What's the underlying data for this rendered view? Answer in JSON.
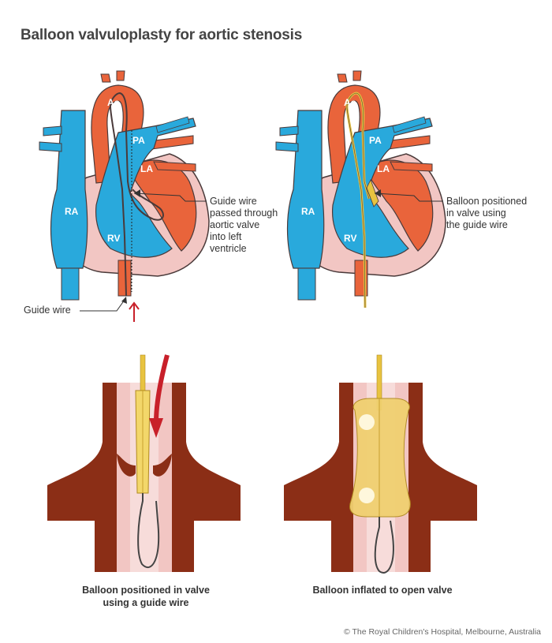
{
  "title": "Balloon valvuloplasty for aortic stenosis",
  "heart_left": {
    "chamber_labels": {
      "ao": "Ao",
      "pa": "PA",
      "la": "LA",
      "ra": "RA",
      "rv": "RV"
    },
    "callout_lines": [
      "Guide wire",
      "passed through",
      "aortic valve",
      "into left",
      "ventricle"
    ],
    "guide_wire_label": "Guide wire"
  },
  "heart_right": {
    "chamber_labels": {
      "ao": "Ao",
      "pa": "PA",
      "la": "LA",
      "ra": "RA",
      "rv": "RV"
    },
    "callout_lines": [
      "Balloon positioned",
      "in valve using",
      "the guide wire"
    ]
  },
  "caption_left": [
    "Balloon positioned in valve",
    "using a guide wire"
  ],
  "caption_right": "Balloon inflated to open valve",
  "copyright": "© The Royal Children's Hospital, Melbourne, Australia",
  "colors": {
    "blue": "#29a9dc",
    "orange": "#e9643b",
    "pink": "#f2c6c3",
    "dark_outline": "#4a3a3a",
    "muscle_brown": "#8b2e16",
    "balloon_yellow": "#e8c340",
    "arrow_red": "#c8202a"
  }
}
